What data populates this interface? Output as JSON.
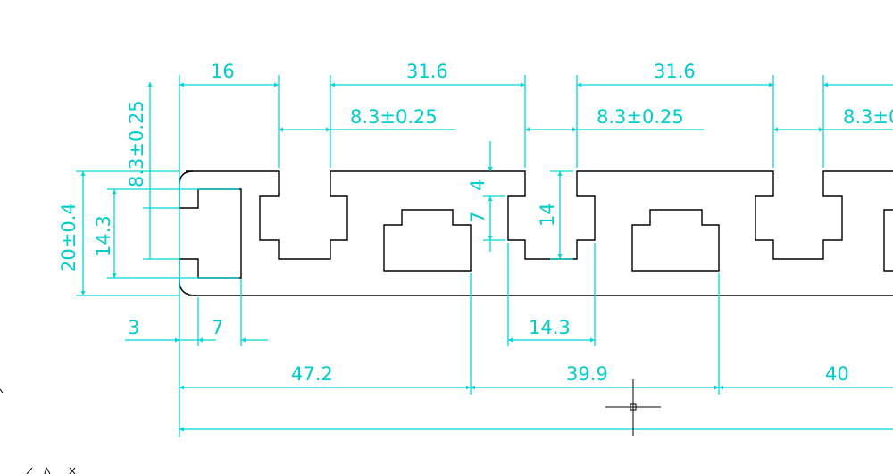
{
  "colors": {
    "dimension": "#00d8d8",
    "profile": "#000000",
    "background": "#ffffff"
  },
  "dimensions": {
    "top_16": "16",
    "top_31_6_a": "31.6",
    "top_31_6_b": "31.6",
    "slot_8_3_a": "8.3±0.25",
    "slot_8_3_b": "8.3±0.25",
    "slot_8_3_c": "8.3±0.25",
    "vertical_8_3": "8.3±0.25",
    "height_20": "20±0.4",
    "height_14_3": "14.3",
    "dim_4": "4",
    "dim_7": "7",
    "dim_14": "14",
    "bottom_3": "3",
    "bottom_7": "7",
    "bottom_14_3": "14.3",
    "span_47_2": "47.2",
    "span_39_9": "39.9",
    "span_40": "40"
  },
  "icons": {
    "cursor": "crosshair-cursor-icon"
  }
}
